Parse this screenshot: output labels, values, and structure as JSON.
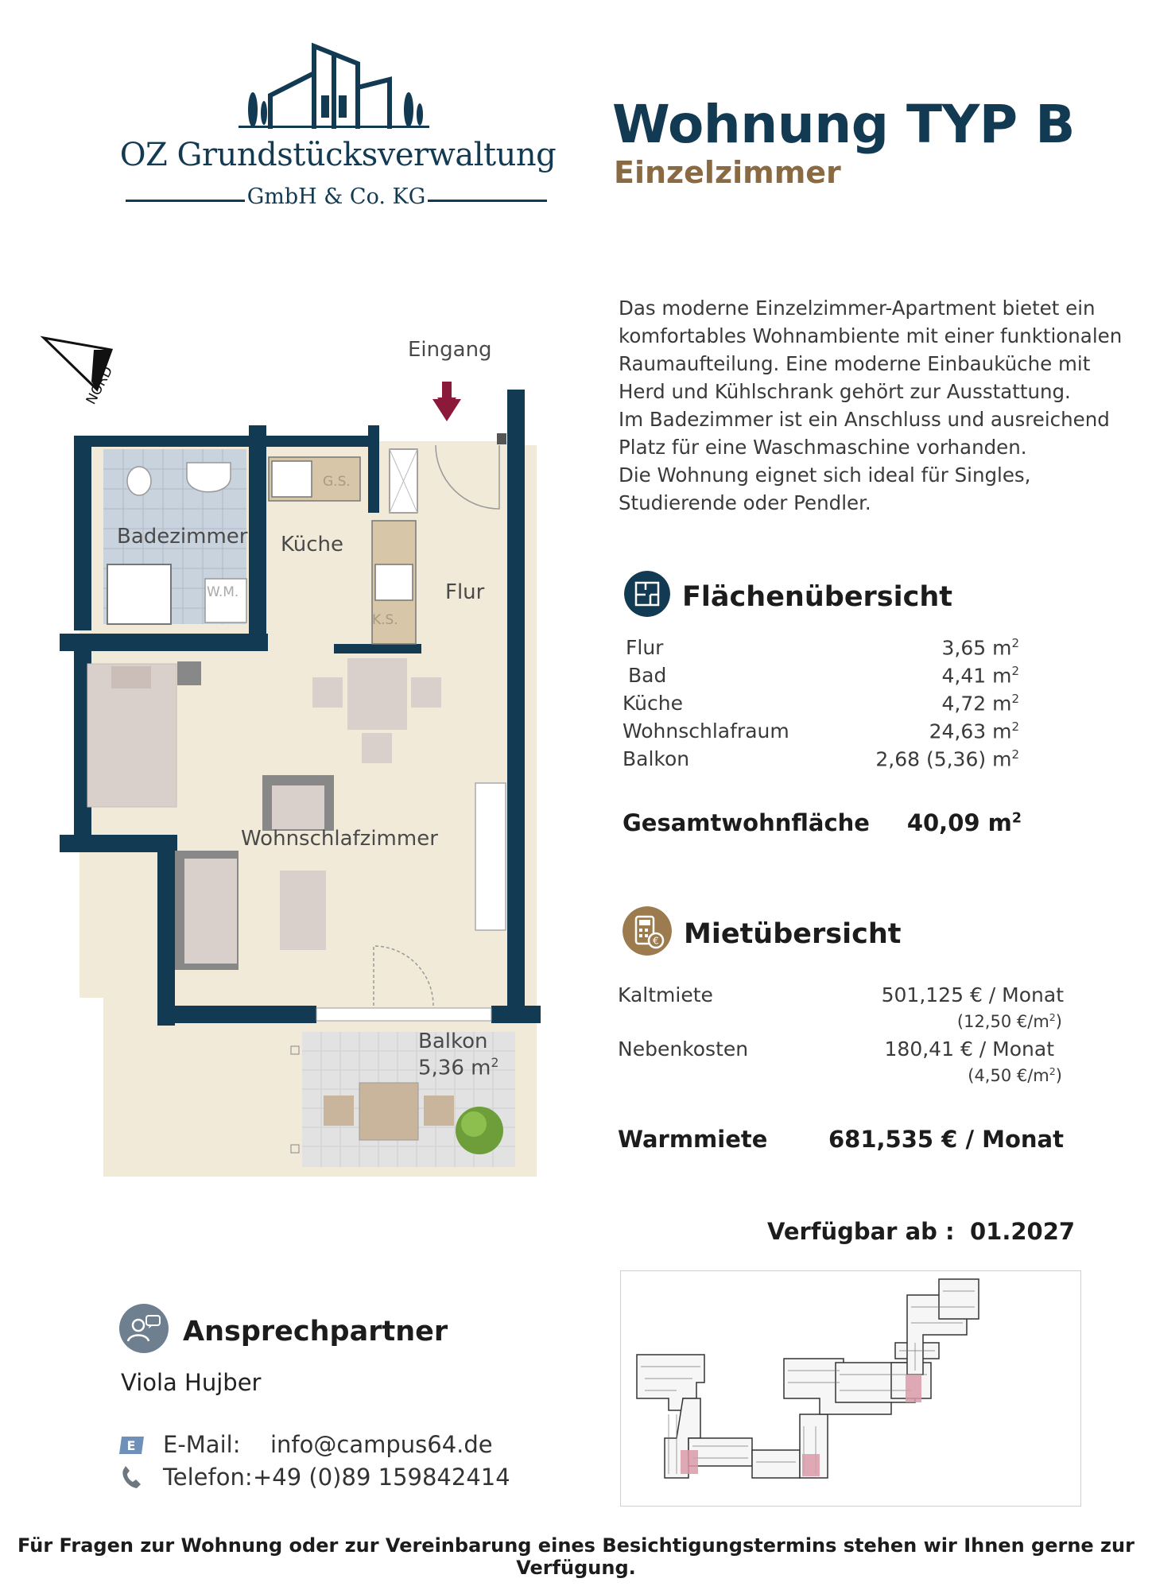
{
  "company": {
    "name": "OZ Grundstücksverwaltung",
    "legal": "GmbH & Co. KG"
  },
  "heading": {
    "title": "Wohnung TYP B",
    "subtitle": "Einzelzimmer"
  },
  "description": [
    "Das moderne Einzelzimmer-Apartment bietet ein",
    "komfortables Wohnambiente mit einer funktionalen",
    "Raumaufteilung. Eine moderne Einbauküche mit",
    "Herd und Kühlschrank gehört zur Ausstattung.",
    "Im Badezimmer ist ein Anschluss und ausreichend",
    "Platz für eine Waschmaschine vorhanden.",
    "Die Wohnung eignet sich ideal für Singles,",
    "Studierende oder Pendler."
  ],
  "areas": {
    "title": "Flächenübersicht",
    "unit": "m",
    "rows": [
      {
        "label": "Flur",
        "value": "3,65"
      },
      {
        "label": "Bad",
        "value": "4,41"
      },
      {
        "label": "Küche",
        "value": "4,72"
      },
      {
        "label": "Wohnschlafraum",
        "value": "24,63"
      },
      {
        "label": "Balkon",
        "value": "2,68 (5,36)"
      }
    ],
    "total_label": "Gesamtwohnfläche",
    "total_value": "40,09"
  },
  "rent": {
    "title": "Mietübersicht",
    "cold_label": "Kaltmiete",
    "cold_value": "501,125 € / Monat",
    "cold_per_m2": "(12,50 €/m",
    "extra_label": "Nebenkosten",
    "extra_value": "180,41 € / Monat",
    "extra_per_m2": "(4,50 €/m",
    "warm_label": "Warmmiete",
    "warm_value": "681,535 € / Monat"
  },
  "available": {
    "label": "Verfügbar ab :",
    "date": "01.2027"
  },
  "contact": {
    "title": "Ansprechpartner",
    "name": "Viola Hujber",
    "email_label": "E-Mail:",
    "email": "info@campus64.de",
    "phone_label": "Telefon:",
    "phone": "+49 (0)89 159842414"
  },
  "plan": {
    "north": "NORD",
    "entrance": "Eingang",
    "rooms": {
      "bath": "Badezimmer",
      "kitchen": "Küche",
      "hall": "Flur",
      "living": "Wohnschlafzimmer",
      "balcony": "Balkon",
      "balcony_area": "5,36  m"
    },
    "fixtures": {
      "gs": "G.S.",
      "ks": "K.S.",
      "wm": "W.M."
    }
  },
  "footer": "Für Fragen zur Wohnung oder zur Vereinbarung eines Besichtigungstermins stehen wir Ihnen gerne zur Verfügung.",
  "colors": {
    "navy": "#123a52",
    "brown": "#8a6a43",
    "floor": "#f1ead9",
    "bath_tile": "#c9d3de",
    "highlight": "#d99aa8"
  }
}
